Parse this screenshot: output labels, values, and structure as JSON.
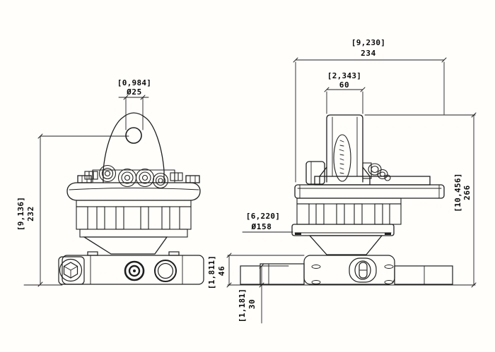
{
  "colors": {
    "background": "#fffefb",
    "line": "#1f1f1f",
    "text": "#0a0a0a"
  },
  "dims": {
    "link_hole": {
      "inch": "[0,984]",
      "mm": "Ø25"
    },
    "overall_width": {
      "inch": "[9,230]",
      "mm": "234"
    },
    "bracket_width": {
      "inch": "[2,343]",
      "mm": "60"
    },
    "front_height": {
      "inch": "[9,136]",
      "mm": "232"
    },
    "side_height": {
      "inch": "[10,456]",
      "mm": "266"
    },
    "flange_diameter": {
      "inch": "[6,220]",
      "mm": "Ø158"
    },
    "clamp_height": {
      "inch": "[1,811]",
      "mm": "46"
    },
    "clamp_end_height": {
      "inch": "[1,181]",
      "mm": "30"
    }
  }
}
